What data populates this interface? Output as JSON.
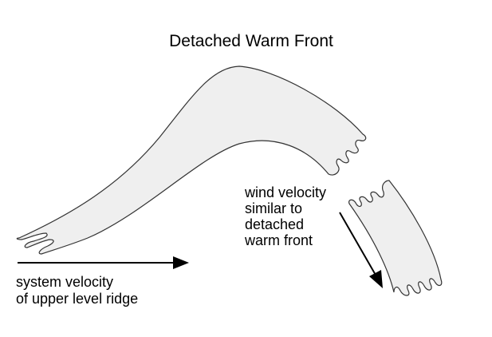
{
  "title": "Detached Warm Front",
  "labels": {
    "wind_velocity": [
      "wind velocity",
      "similar to",
      "detached",
      "warm front"
    ],
    "system_velocity": [
      "system velocity",
      "of upper level ridge"
    ]
  },
  "colors": {
    "front_fill": "#efefef",
    "stroke": "#333333",
    "arrow": "#000000"
  }
}
